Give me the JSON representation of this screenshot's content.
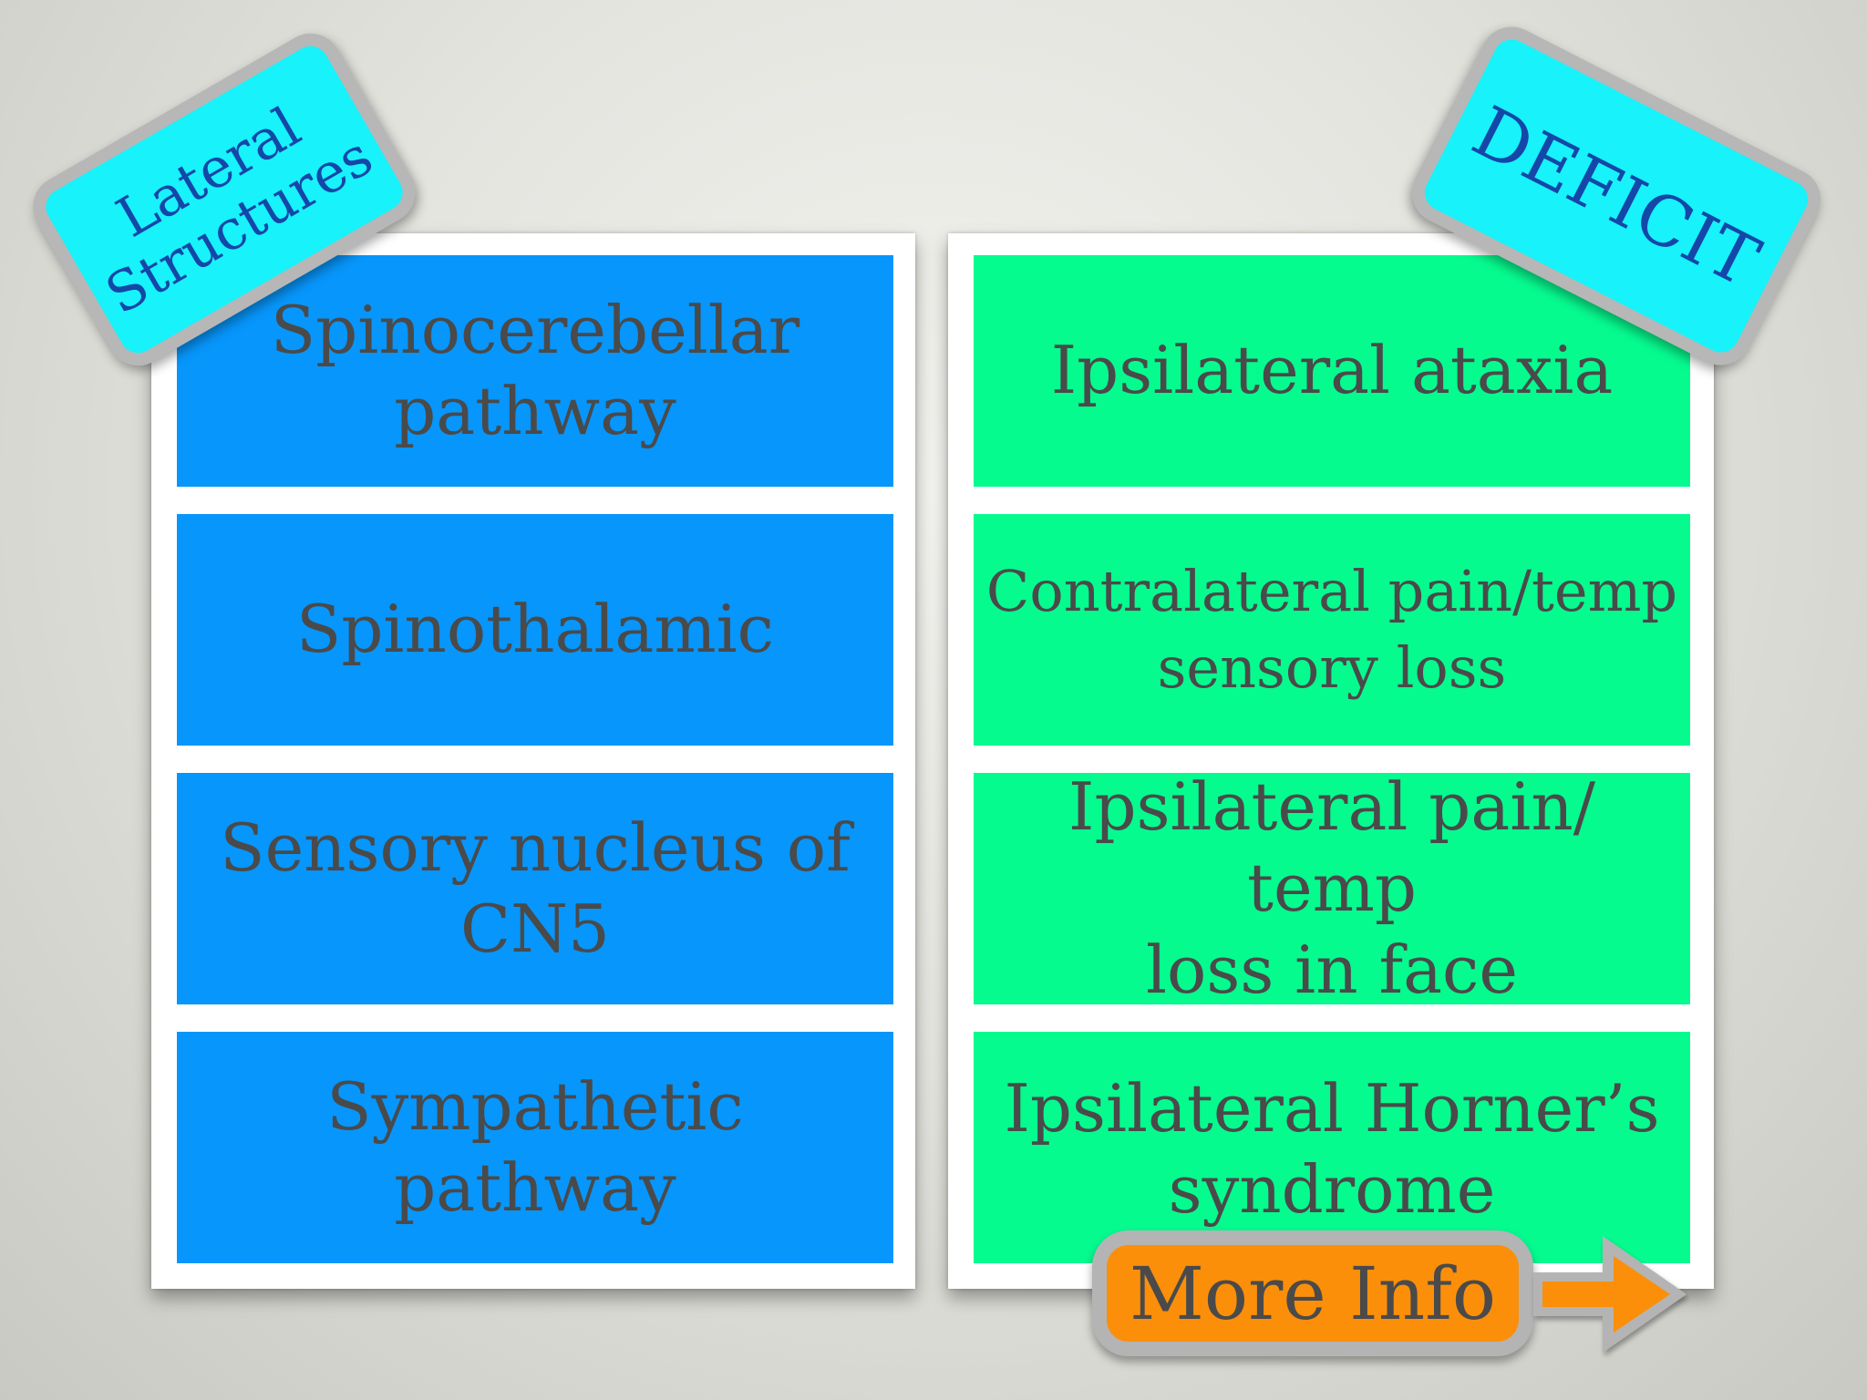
{
  "tags": {
    "left": "Lateral\nStructures",
    "right": "DEFICIT"
  },
  "structures": [
    "Spinocerebellar\npathway",
    "Spinothalamic",
    "Sensory nucleus of\nCN5",
    "Sympathetic pathway"
  ],
  "deficits": [
    "Ipsilateral ataxia",
    "Contralateral pain/temp\nsensory loss",
    "Ipsilateral pain/ temp\nloss in face",
    "Ipsilateral Horner’s\nsyndrome"
  ],
  "button": {
    "label": "More Info",
    "icon": "arrow-right-icon"
  },
  "colors": {
    "structure_fill": "#0796fb",
    "deficit_fill": "#06fb8f",
    "tag_fill": "#17f2fb",
    "button_fill": "#fb8f0a"
  }
}
